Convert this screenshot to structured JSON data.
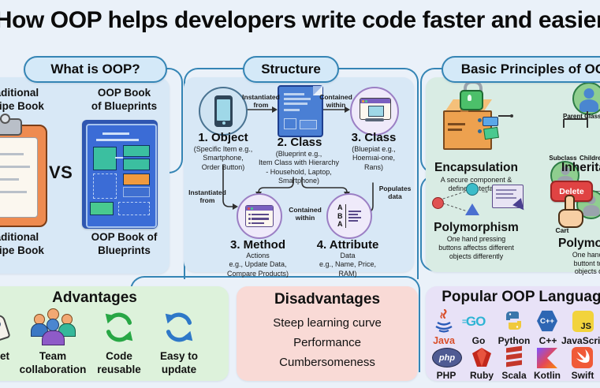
{
  "page": {
    "title": "How OOP helps developers write code faster and easier"
  },
  "what_is_oop": {
    "title": "What is OOP?",
    "top_left_label": "Traditional\nRecipe Book",
    "top_right_label": "OOP Book\nof Blueprints",
    "vs": "VS",
    "bottom_left_label": "Traditional\nRecipe Book",
    "bottom_right_label": "OOP Book of\nBlueprints"
  },
  "structure": {
    "title": "Structure",
    "object": {
      "heading": "1. Object",
      "caption": "(Specific Item e.g.,\nSmartphone,\nOrder Button)"
    },
    "class2": {
      "heading": "2. Class",
      "caption": "(Blueprint e.g.,\nItem Class with Hierarchy\n- Household, Laptop,\nSmartphone)"
    },
    "class3": {
      "heading": "3. Class",
      "caption": "(Bluepiat e.g.,\nHoemıai-one,\nRans)"
    },
    "method": {
      "heading": "3. Method",
      "caption": "Actions\ne.g., Update Data,\nCompare Products)"
    },
    "attribute": {
      "heading": "4. Attribute",
      "caption": "Data\ne.g., Name, Price,\nRAM)"
    },
    "lbl_instantiated_top": "Instantiated\nfrom",
    "lbl_contained_top": "Contained\nwithin",
    "lbl_instantiated_left": "Instantiated\nfrom",
    "lbl_contained_mid": "Contained\nwithin",
    "lbl_populates": "Populates\ndata"
  },
  "principles": {
    "title": "Basic Principles of OOP",
    "encapsulation": {
      "heading": "Encapsulation",
      "caption": "A secure component &\ndefined interfaces"
    },
    "inheritance": {
      "heading": "Inheritance",
      "parent_label": "Parent Class",
      "subclass_label": "Subclass",
      "children_label": "Children Class"
    },
    "polymorphism_a": {
      "heading": "Polymorphism",
      "caption": "One hand pressing\nbuttons affectss different\nobjects differently"
    },
    "polymorphism_b": {
      "heading": "Polymorphism",
      "delete_button": "Delete",
      "arrow": "→",
      "cart_label": "Cart",
      "caption": "One hand pressing\nbuttont to different\nobjects differently"
    }
  },
  "advantages": {
    "title": "Advantages",
    "items": [
      {
        "label": "Faster to market"
      },
      {
        "label": "Team\ncollaboration"
      },
      {
        "label": "Code\nreusable"
      },
      {
        "label": "Easy to\nupdate"
      }
    ]
  },
  "disadvantages": {
    "title": "Disadvantages",
    "items": [
      "Steep learning curve",
      "Performance",
      "Cumbersomeness"
    ]
  },
  "languages": {
    "title": "Popular OOP Languages",
    "row1": [
      {
        "name": "Java",
        "icon_text": ""
      },
      {
        "name": "Go",
        "icon_text": "GO"
      },
      {
        "name": "Python",
        "icon_text": ""
      },
      {
        "name": "C++",
        "icon_text": "C++"
      },
      {
        "name": "JavaScript",
        "icon_text": "JS"
      }
    ],
    "row2": [
      {
        "name": "PHP",
        "icon_text": "php"
      },
      {
        "name": "Ruby",
        "icon_text": ""
      },
      {
        "name": "Scala",
        "icon_text": ""
      },
      {
        "name": "Kotlin",
        "icon_text": ""
      },
      {
        "name": "Swift",
        "icon_text": ""
      }
    ]
  },
  "colors": {
    "accent_line": "#3585b5",
    "card_blue": "#d8e8f6",
    "card_mint": "#d9ece4",
    "card_green": "#ddf2db",
    "card_pink": "#f9dad6",
    "card_purple": "#e8e2f7"
  }
}
